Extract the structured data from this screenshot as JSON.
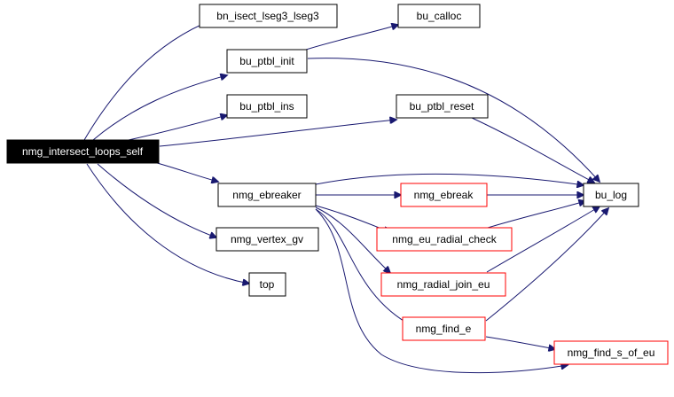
{
  "colors": {
    "edge": "#191970",
    "root_fill": "#000000",
    "root_text": "#ffffff",
    "red_border": "#ff0000",
    "normal_border": "#000000"
  },
  "nodes": {
    "root": {
      "label": "nmg_intersect_loops_self",
      "style": "root"
    },
    "bn_isect": {
      "label": "bn_isect_lseg3_lseg3",
      "style": "normal"
    },
    "bu_calloc": {
      "label": "bu_calloc",
      "style": "normal"
    },
    "bu_ptbl_init": {
      "label": "bu_ptbl_init",
      "style": "normal"
    },
    "bu_ptbl_ins": {
      "label": "bu_ptbl_ins",
      "style": "normal"
    },
    "bu_ptbl_reset": {
      "label": "bu_ptbl_reset",
      "style": "normal"
    },
    "nmg_ebreaker": {
      "label": "nmg_ebreaker",
      "style": "normal"
    },
    "bu_log": {
      "label": "bu_log",
      "style": "normal"
    },
    "nmg_ebreak": {
      "label": "nmg_ebreak",
      "style": "red"
    },
    "nmg_eu_radial_check": {
      "label": "nmg_eu_radial_check",
      "style": "red"
    },
    "nmg_vertex_gv": {
      "label": "nmg_vertex_gv",
      "style": "normal"
    },
    "nmg_radial_join_eu": {
      "label": "nmg_radial_join_eu",
      "style": "red"
    },
    "top": {
      "label": "top",
      "style": "normal"
    },
    "nmg_find_e": {
      "label": "nmg_find_e",
      "style": "red"
    },
    "nmg_find_s_of_eu": {
      "label": "nmg_find_s_of_eu",
      "style": "red"
    }
  },
  "edges": [
    {
      "from": "root",
      "to": "bn_isect"
    },
    {
      "from": "root",
      "to": "bu_ptbl_init"
    },
    {
      "from": "root",
      "to": "bu_ptbl_ins"
    },
    {
      "from": "root",
      "to": "bu_ptbl_reset"
    },
    {
      "from": "root",
      "to": "nmg_ebreaker"
    },
    {
      "from": "root",
      "to": "nmg_vertex_gv"
    },
    {
      "from": "root",
      "to": "top"
    },
    {
      "from": "bu_ptbl_init",
      "to": "bu_calloc"
    },
    {
      "from": "bu_ptbl_init",
      "to": "bu_log"
    },
    {
      "from": "bu_ptbl_reset",
      "to": "bu_log"
    },
    {
      "from": "nmg_ebreaker",
      "to": "bu_log"
    },
    {
      "from": "nmg_ebreaker",
      "to": "nmg_ebreak"
    },
    {
      "from": "nmg_ebreaker",
      "to": "nmg_eu_radial_check"
    },
    {
      "from": "nmg_ebreaker",
      "to": "nmg_radial_join_eu"
    },
    {
      "from": "nmg_ebreaker",
      "to": "nmg_find_e"
    },
    {
      "from": "nmg_ebreaker",
      "to": "nmg_find_s_of_eu"
    },
    {
      "from": "nmg_ebreak",
      "to": "bu_log"
    },
    {
      "from": "nmg_eu_radial_check",
      "to": "bu_log"
    },
    {
      "from": "nmg_radial_join_eu",
      "to": "bu_log"
    },
    {
      "from": "nmg_find_e",
      "to": "bu_log"
    },
    {
      "from": "nmg_find_e",
      "to": "nmg_find_s_of_eu"
    }
  ]
}
